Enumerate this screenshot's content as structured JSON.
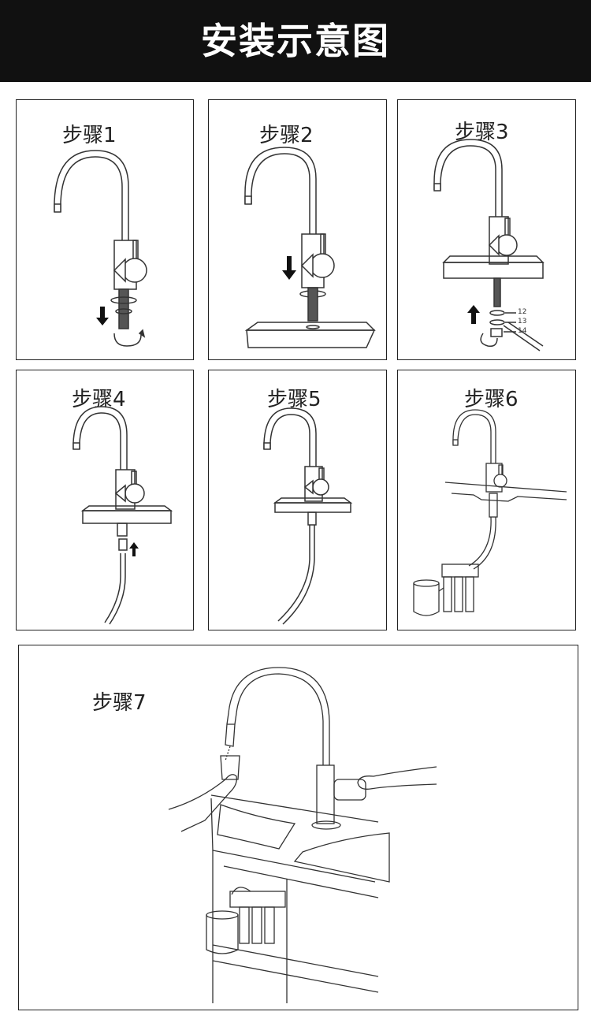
{
  "header": {
    "title": "安装示意图"
  },
  "steps": [
    {
      "label": "步骤1"
    },
    {
      "label": "步骤2"
    },
    {
      "label": "步骤3"
    },
    {
      "label": "步骤4"
    },
    {
      "label": "步骤5"
    },
    {
      "label": "步骤6"
    },
    {
      "label": "步骤7"
    }
  ],
  "part_numbers": [
    "12",
    "13",
    "14"
  ]
}
